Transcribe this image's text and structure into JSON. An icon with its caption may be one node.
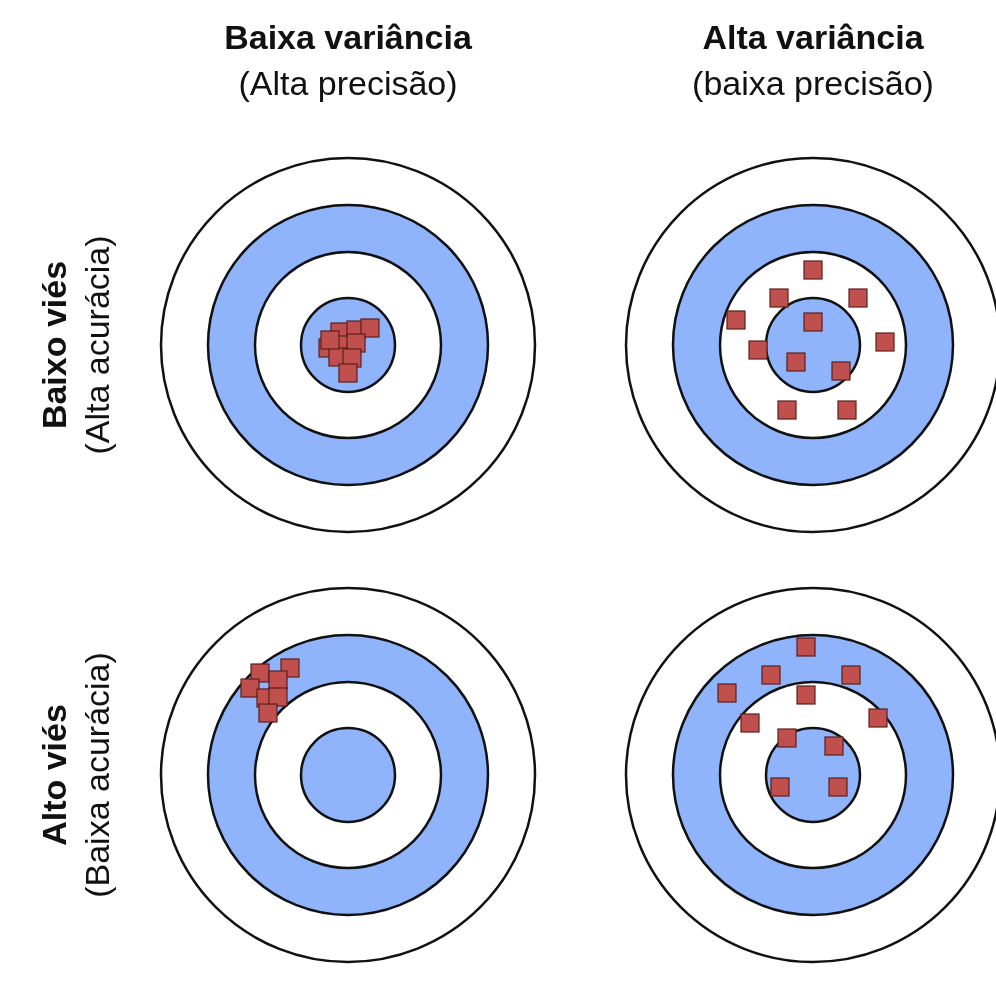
{
  "diagram": {
    "labels": [
      "Baixa variância",
      "(Alta precisão)",
      "Alta variância",
      "(baixa precisão)",
      "Baixo viés",
      "(Alta acurácia)",
      "Alto viés",
      "(Baixa acurácia)"
    ]
  }
}
